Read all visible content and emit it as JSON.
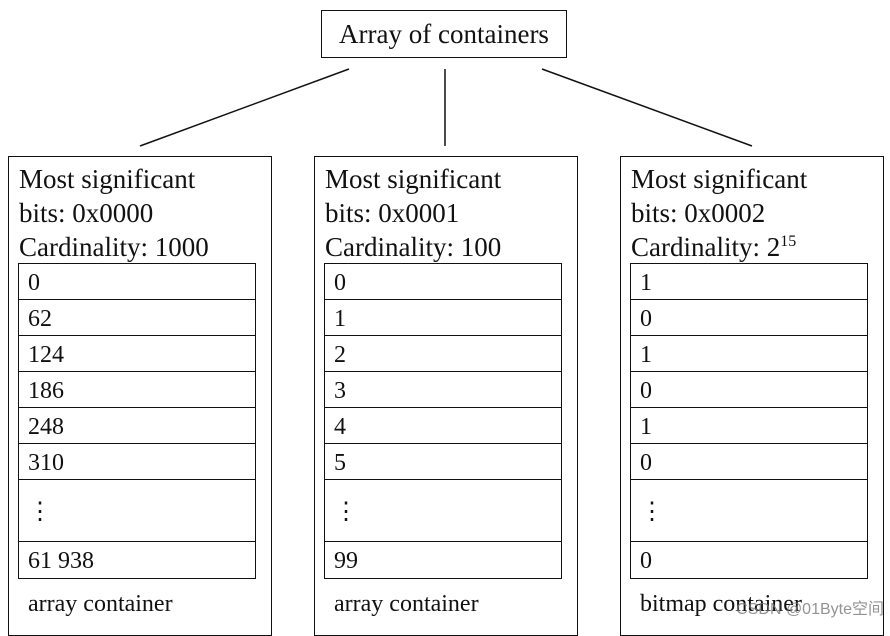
{
  "root": {
    "label": "Array of containers"
  },
  "containers": [
    {
      "msb_line_1": "Most significant",
      "msb_line_2": "bits: 0x0000",
      "cardinality_prefix": "Cardinality: ",
      "cardinality_value": "1000",
      "cardinality_exponent": "",
      "values": [
        "0",
        "62",
        "124",
        "186",
        "248",
        "310",
        "⋮",
        "61 938"
      ],
      "type_label": "array container"
    },
    {
      "msb_line_1": "Most significant",
      "msb_line_2": "bits: 0x0001",
      "cardinality_prefix": "Cardinality: ",
      "cardinality_value": "100",
      "cardinality_exponent": "",
      "values": [
        "0",
        "1",
        "2",
        "3",
        "4",
        "5",
        "⋮",
        "99"
      ],
      "type_label": "array container"
    },
    {
      "msb_line_1": "Most significant",
      "msb_line_2": "bits: 0x0002",
      "cardinality_prefix": "Cardinality: ",
      "cardinality_value": "2",
      "cardinality_exponent": "15",
      "values": [
        "1",
        "0",
        "1",
        "0",
        "1",
        "0",
        "⋮",
        "0"
      ],
      "type_label": "bitmap container"
    }
  ],
  "watermark": "CSDN @01Byte空间"
}
